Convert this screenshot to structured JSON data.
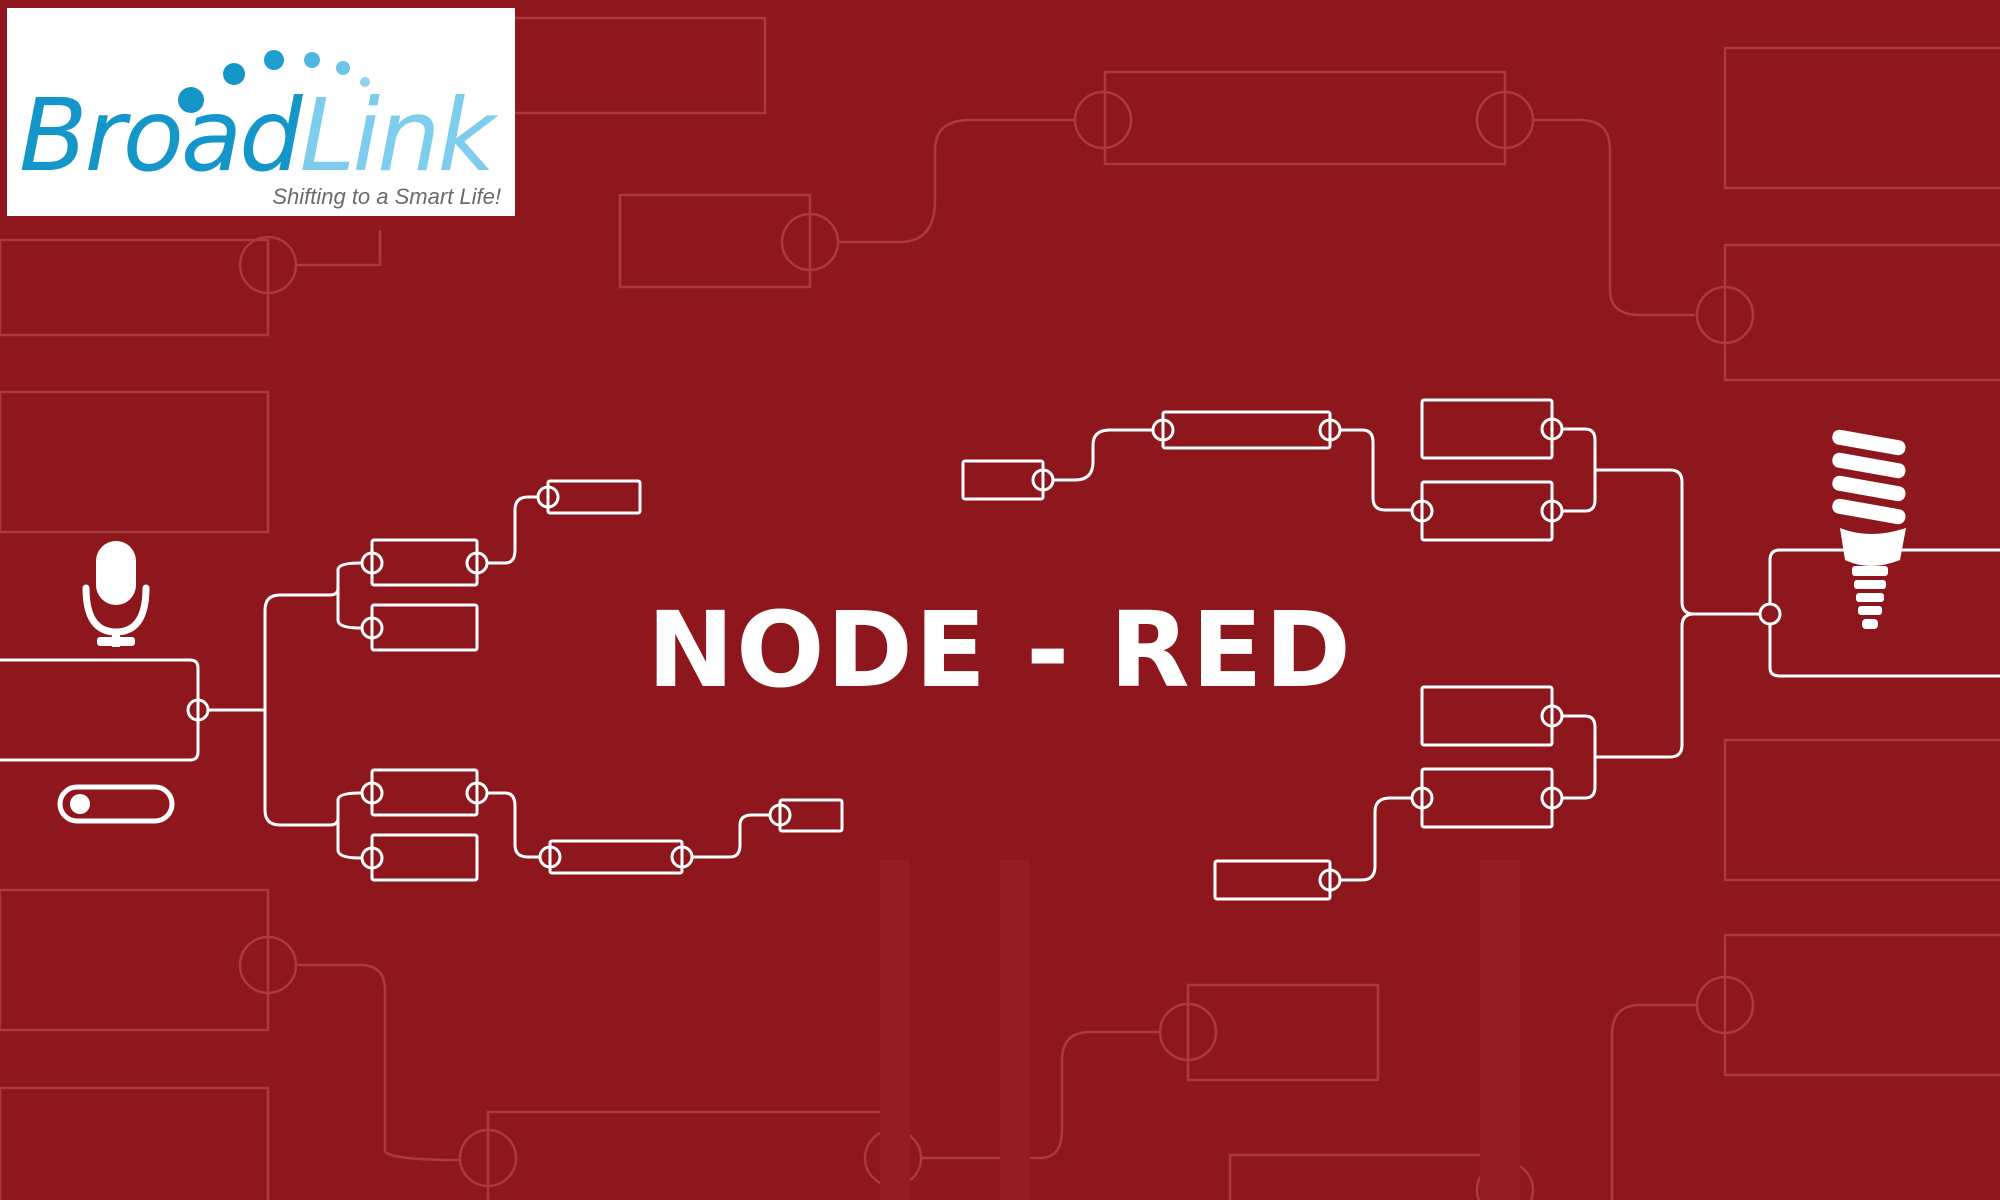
{
  "logo": {
    "brand_part1": "Broad",
    "brand_part2": "Link",
    "tagline": "Shifting to a Smart Life!",
    "colors": {
      "primary": "#1496c8",
      "secondary": "#7fcdec",
      "tagline": "#6a6a6a",
      "background": "#ffffff"
    }
  },
  "title": {
    "text": "NODE - RED"
  },
  "icons": {
    "left": "microphone-icon",
    "left_toggle": "toggle-switch-icon",
    "right": "light-bulb-icon"
  },
  "colors": {
    "background": "#8d171c",
    "line": "#ffffff",
    "faint_line": "#a93a3e",
    "text": "#ffffff"
  }
}
